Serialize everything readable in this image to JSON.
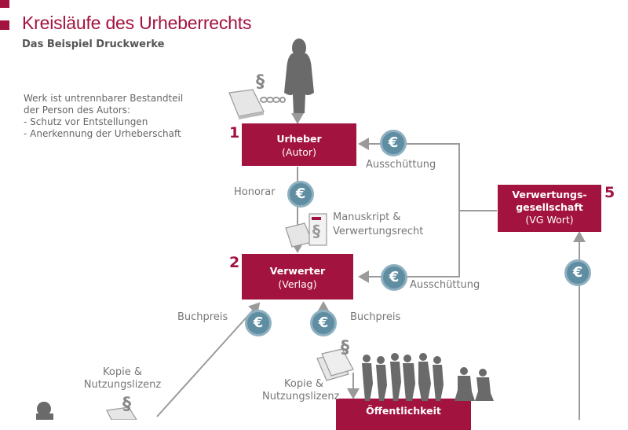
{
  "header": {
    "title": "Kreisläufe des Urheberrechts",
    "subtitle": "Das Beispiel Druckwerke"
  },
  "note": {
    "lines": [
      "Werk ist untrennbarer Bestandteil",
      "der Person des Autors:",
      "- Schutz vor Entstellungen",
      "- Anerkennung der Urheberschaft"
    ]
  },
  "nodes": {
    "urheber": {
      "number": "1",
      "title": "Urheber",
      "sub": "(Autor)"
    },
    "verwerter": {
      "number": "2",
      "title": "Verwerter",
      "sub": "(Verlag)"
    },
    "gesellschaft": {
      "number": "5",
      "title_line1": "Verwertungs-",
      "title_line2": "gesellschaft",
      "sub": "(VG Wort)"
    },
    "oeffentlichkeit": {
      "title": "Öffentlichkeit"
    }
  },
  "labels": {
    "honorar": "Honorar",
    "ausschuettung_top": "Ausschüttung",
    "ausschuettung_mid": "Ausschüttung",
    "manuskript_line1": "Manuskript &",
    "manuskript_line2": "Verwertungsrecht",
    "buchpreis_left": "Buchpreis",
    "buchpreis_right": "Buchpreis",
    "kopie_left_line1": "Kopie &",
    "kopie_left_line2": "Nutzungslizenz",
    "kopie_right_line1": "Kopie &",
    "kopie_right_line2": "Nutzungslizenz"
  },
  "symbols": {
    "euro": "€",
    "paragraph": "§"
  },
  "colors": {
    "accent": "#a3133f",
    "euro": "#5f8ea3",
    "arrow": "#9a9a9a",
    "figure": "#6a6a6a"
  }
}
